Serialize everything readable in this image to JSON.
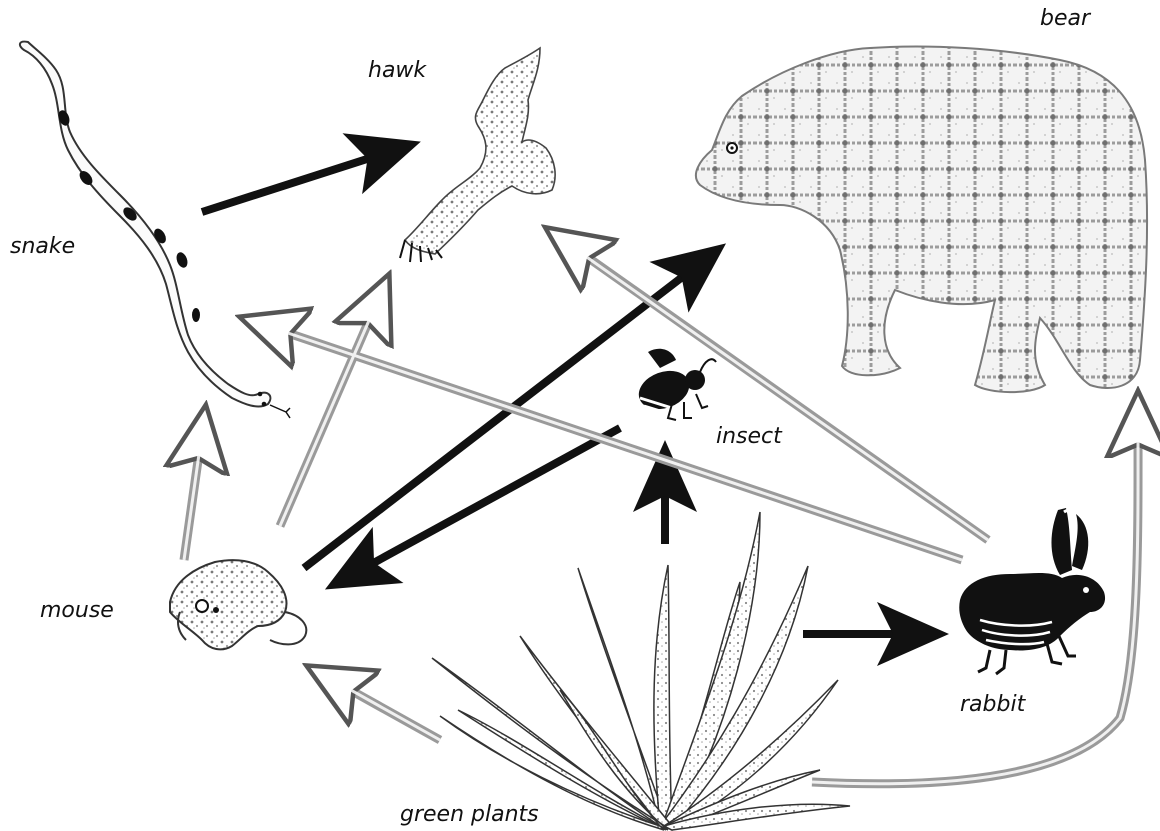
{
  "labels": {
    "bear": "bear",
    "hawk": "hawk",
    "snake": "snake",
    "insect": "insect",
    "mouse": "mouse",
    "rabbit": "rabbit",
    "green_plants": "green plants"
  },
  "colors": {
    "ink": "#111111",
    "stipple_dark": "#7a7a7a",
    "stipple_light": "#c9c9c9",
    "background": "#ffffff"
  },
  "icons": [
    "bear-icon",
    "hawk-icon",
    "snake-icon",
    "insect-icon",
    "mouse-icon",
    "rabbit-icon",
    "green-plants-icon"
  ]
}
